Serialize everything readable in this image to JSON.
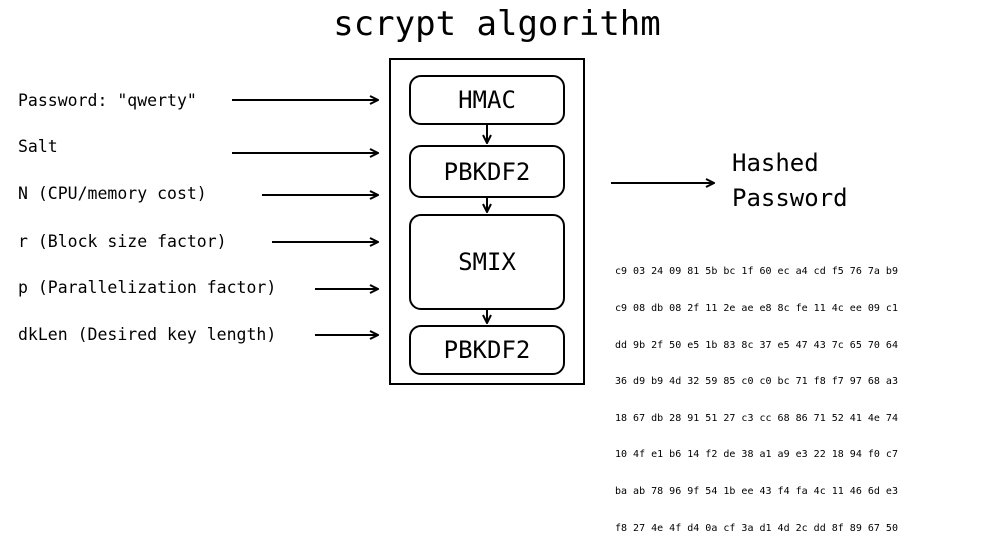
{
  "title": "scrypt algorithm",
  "inputs": [
    "Password: \"qwerty\"",
    "Salt",
    "N (CPU/memory cost)",
    "r (Block size factor)",
    "p (Parallelization factor)",
    "dkLen (Desired key length)"
  ],
  "stages": [
    "HMAC",
    "PBKDF2",
    "SMIX",
    "PBKDF2"
  ],
  "output": {
    "line1": "Hashed",
    "line2": "Password"
  },
  "hash_lines": [
    "c9 03 24 09 81 5b bc 1f 60 ec a4 cd f5 76 7a b9",
    "c9 08 db 08 2f 11 2e ae e8 8c fe 11 4c ee 09 c1",
    "dd 9b 2f 50 e5 1b 83 8c 37 e5 47 43 7c 65 70 64",
    "36 d9 b9 4d 32 59 85 c0 c0 bc 71 f8 f7 97 68 a3",
    "18 67 db 28 91 51 27 c3 cc 68 86 71 52 41 4e 74",
    "10 4f e1 b6 14 f2 de 38 a1 a9 e3 22 18 94 f0 c7",
    "ba ab 78 96 9f 54 1b ee 43 f4 fa 4c 11 46 6d e3",
    "f8 27 4e 4f d4 0a cf 3a d1 4d 2c dd 8f 89 67 50"
  ]
}
